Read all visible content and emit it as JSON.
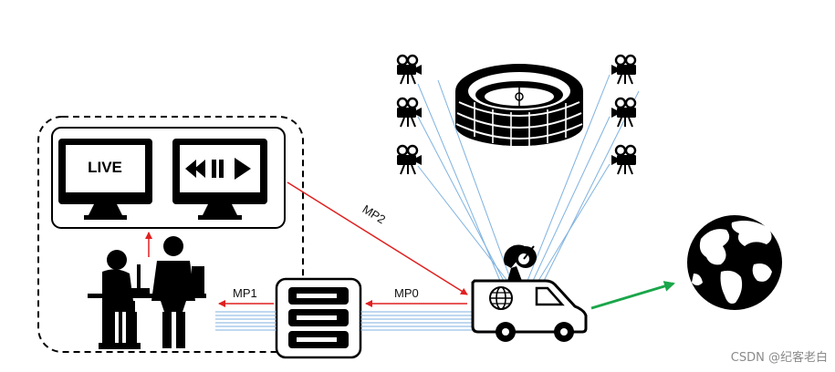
{
  "labels": {
    "live": "LIVE",
    "mp0": "MP0",
    "mp1": "MP1",
    "mp2": "MP2"
  },
  "watermark": "CSDN @纪客老白",
  "colors": {
    "mp_arrow": "#e02020",
    "output_arrow": "#1aa64a",
    "camera_feed": "#7fb2e0"
  },
  "icons": [
    "monitor-live-icon",
    "monitor-playback-icon",
    "operators-icon",
    "server-rack-icon",
    "ob-van-icon",
    "satellite-dish-icon",
    "stadium-icon",
    "video-camera-icon",
    "globe-icon"
  ]
}
